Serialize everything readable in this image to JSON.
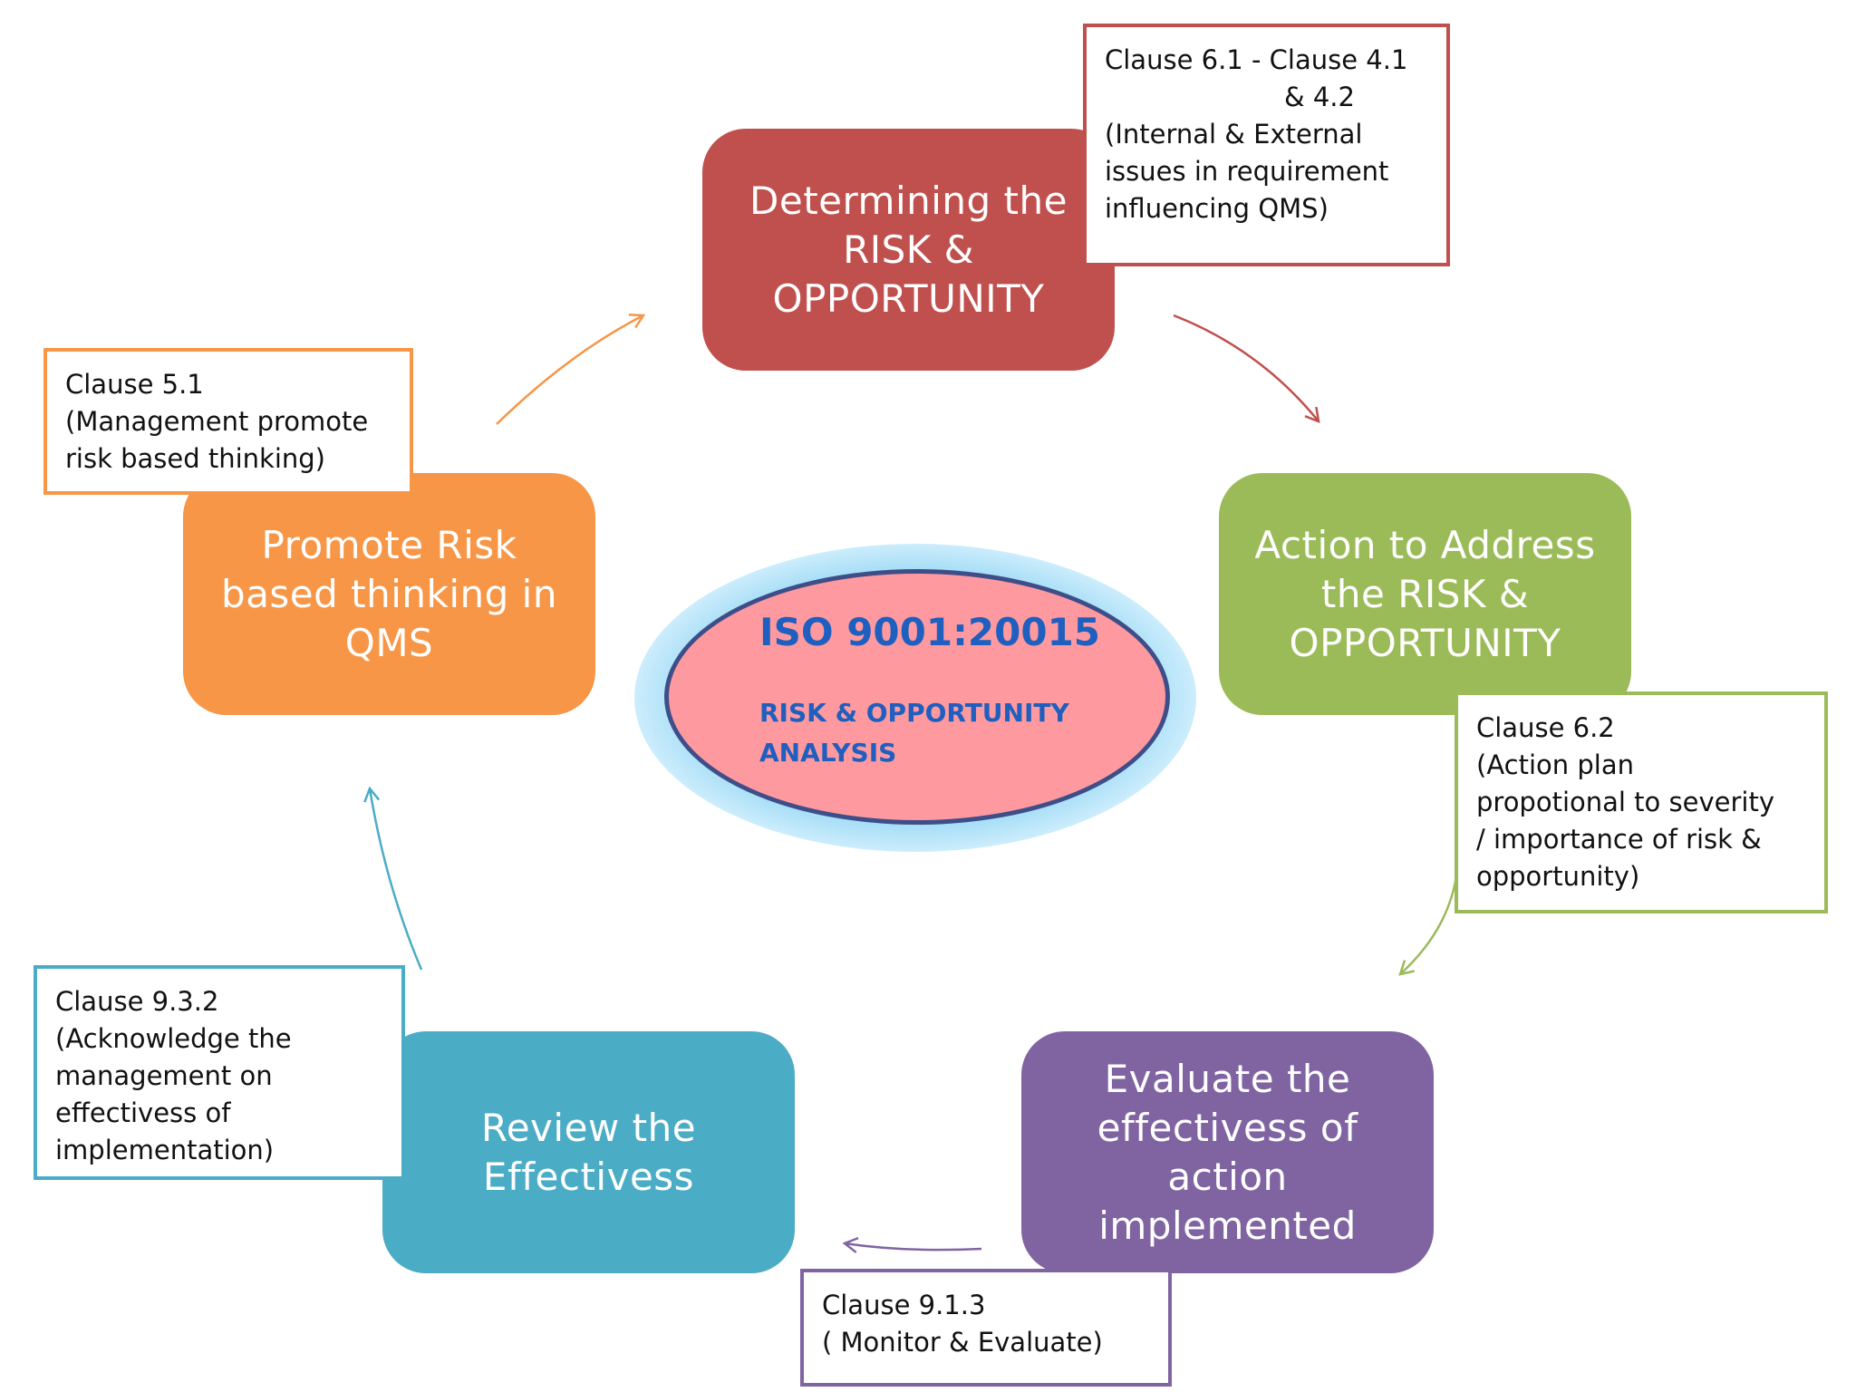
{
  "diagram": {
    "center": {
      "title": "ISO 9001:20015",
      "subtitle_line1": "RISK & OPPORTUNITY",
      "subtitle_line2": "ANALYSIS"
    },
    "stages": [
      {
        "lines": [
          "Determining the",
          "RISK &",
          "OPPORTUNITY"
        ],
        "color": "#c0504d"
      },
      {
        "lines": [
          "Action to Address",
          "the RISK &",
          "OPPORTUNITY"
        ],
        "color": "#9bbb59"
      },
      {
        "lines": [
          "Evaluate the",
          "effectivess of",
          "action",
          "implemented"
        ],
        "color": "#8064a2"
      },
      {
        "lines": [
          "Review the",
          "Effectivess"
        ],
        "color": "#4bacc6"
      },
      {
        "lines": [
          "Promote Risk",
          "based thinking in",
          "QMS"
        ],
        "color": "#f79646"
      }
    ],
    "clauses": [
      {
        "lines": [
          "Clause 6.1 - Clause 4.1",
          "& 4.2",
          "(Internal & External",
          "issues in requirement",
          "influencing QMS)"
        ],
        "color": "#c0504d"
      },
      {
        "lines": [
          "Clause 6.2",
          "(Action plan",
          "propotional to severity",
          "/ importance of risk &",
          "opportunity)"
        ],
        "color": "#9bbb59"
      },
      {
        "lines": [
          "Clause 9.1.3",
          "( Monitor & Evaluate)"
        ],
        "color": "#8064a2"
      },
      {
        "lines": [
          "Clause 9.3.2",
          "(Acknowledge the",
          "management on",
          "effectivess of",
          "implementation)"
        ],
        "color": "#4bacc6"
      },
      {
        "lines": [
          "Clause 5.1",
          "(Management promote",
          "risk based thinking)"
        ],
        "color": "#f79646"
      }
    ]
  }
}
